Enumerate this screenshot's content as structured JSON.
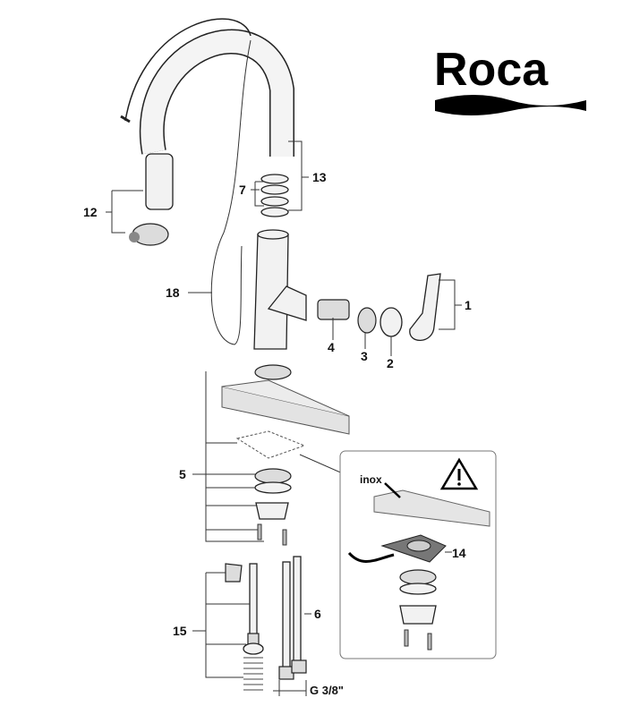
{
  "logo": {
    "text": "Roca",
    "color": "#000000"
  },
  "callouts": {
    "p1": "1",
    "p2": "2",
    "p3": "3",
    "p4": "4",
    "p5": "5",
    "p6": "6",
    "p7": "7",
    "p12": "12",
    "p13": "13",
    "p14": "14",
    "p15": "15",
    "p18": "18"
  },
  "inset": {
    "material_label": "inox",
    "icon": "warning-triangle-icon"
  },
  "thread_size": "G 3/8\""
}
